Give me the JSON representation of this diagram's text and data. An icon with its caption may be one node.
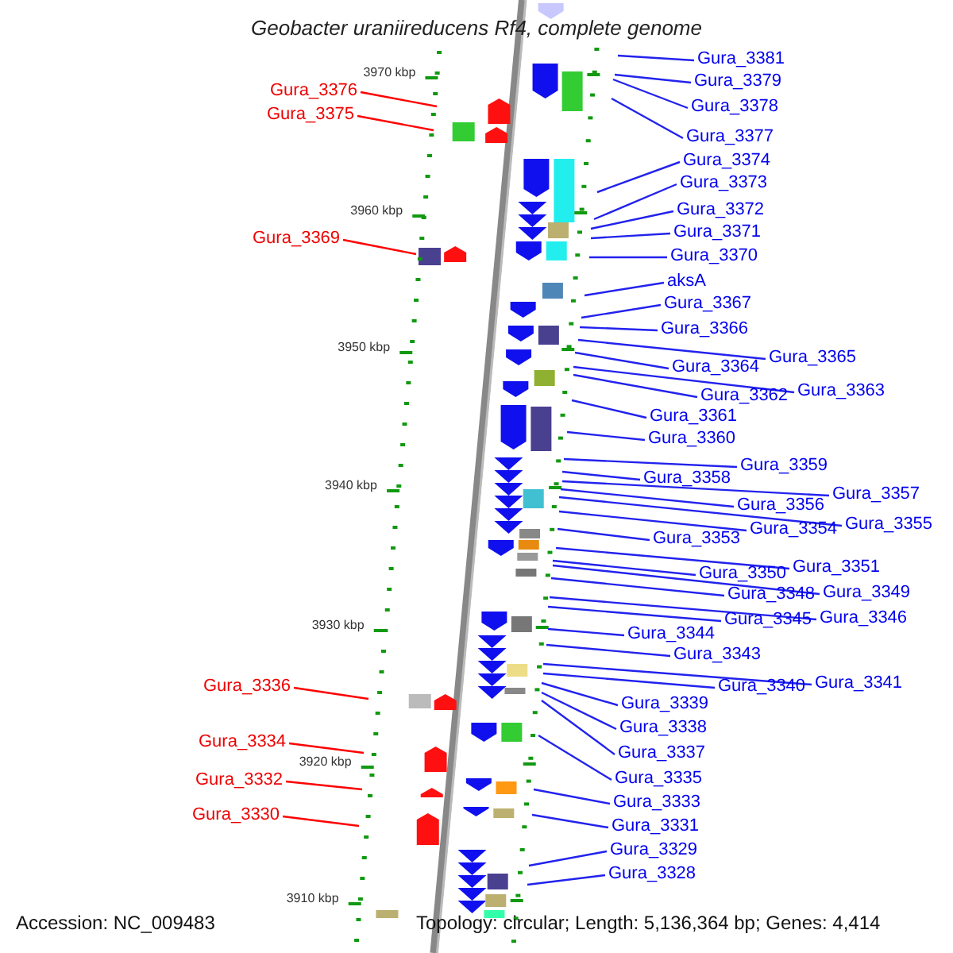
{
  "diagram": {
    "title": "Geobacter uraniireducens Rf4, complete genome",
    "nodes": [
      {
        "text": [
          "Gura_3381"
        ]
      },
      {
        "text": [
          "Gura_3379"
        ]
      },
      {
        "text": [
          "Gura_3376"
        ]
      },
      {
        "text": [
          "Gura_3378"
        ]
      },
      {
        "text": [
          "Gura_3375"
        ]
      },
      {
        "text": [
          "Gura_3377"
        ]
      },
      {
        "text": [
          "Gura_3374"
        ]
      },
      {
        "text": [
          "Gura_3373"
        ]
      },
      {
        "text": [
          "Gura_3372"
        ]
      },
      {
        "text": [
          "Gura_3371"
        ]
      },
      {
        "text": [
          "Gura_3369"
        ]
      },
      {
        "text": [
          "Gura_3370"
        ]
      },
      {
        "text": [
          "aksA"
        ]
      },
      {
        "text": [
          "Gura_3367"
        ]
      },
      {
        "text": [
          "Gura_3366"
        ]
      },
      {
        "text": [
          "Gura_3365"
        ]
      },
      {
        "text": [
          "Gura_3364"
        ]
      },
      {
        "text": [
          "Gura_3363"
        ]
      },
      {
        "text": [
          "Gura_3362"
        ]
      },
      {
        "text": [
          "Gura_3361"
        ]
      },
      {
        "text": [
          "Gura_3360"
        ]
      },
      {
        "text": [
          "Gura_3359"
        ]
      },
      {
        "text": [
          "Gura_3358"
        ]
      },
      {
        "text": [
          "Gura_3356"
        ]
      },
      {
        "text": [
          "Gura_3357"
        ]
      },
      {
        "text": [
          "Gura_3355"
        ]
      },
      {
        "text": [
          "Gura_3354"
        ]
      },
      {
        "text": [
          "Gura_3353"
        ]
      },
      {
        "text": [
          "Gura_3351"
        ]
      },
      {
        "text": [
          "Gura_3350"
        ]
      },
      {
        "text": [
          "Gura_3349"
        ]
      },
      {
        "text": [
          "Gura_3348"
        ]
      },
      {
        "text": [
          "Gura_3346"
        ]
      },
      {
        "text": [
          "Gura_3345"
        ]
      },
      {
        "text": [
          "Gura_3344"
        ]
      },
      {
        "text": [
          "Gura_3343"
        ]
      },
      {
        "text": [
          "Gura_3341"
        ]
      },
      {
        "text": [
          "Gura_3340"
        ]
      },
      {
        "text": [
          "Gura_3336"
        ]
      },
      {
        "text": [
          "Gura_3339"
        ]
      },
      {
        "text": [
          "Gura_3338"
        ]
      },
      {
        "text": [
          "Gura_3334"
        ]
      },
      {
        "text": [
          "Gura_3337"
        ]
      },
      {
        "text": [
          "Gura_3335"
        ]
      },
      {
        "text": [
          "Gura_3332"
        ]
      },
      {
        "text": [
          "Gura_3333"
        ]
      },
      {
        "text": [
          "Gura_3330"
        ]
      },
      {
        "text": [
          "Gura_3331"
        ]
      },
      {
        "text": [
          "Gura_3329"
        ]
      },
      {
        "text": [
          "Gura_3328"
        ]
      }
    ],
    "edges": [
      {
        "from": 0,
        "to": null,
        "arrow": "none"
      },
      {
        "from": 1,
        "to": null,
        "arrow": "none"
      },
      {
        "from": 2,
        "to": null,
        "arrow": "none",
        "color": "#ff0000"
      },
      {
        "from": 3,
        "to": null,
        "arrow": "none"
      },
      {
        "from": 4,
        "to": null,
        "arrow": "none",
        "color": "#ff0000"
      },
      {
        "from": 5,
        "to": null,
        "arrow": "none"
      },
      {
        "from": 6,
        "to": null,
        "arrow": "none"
      },
      {
        "from": 7,
        "to": null,
        "arrow": "none"
      },
      {
        "from": 8,
        "to": null,
        "arrow": "none"
      },
      {
        "from": 9,
        "to": null,
        "arrow": "none"
      },
      {
        "from": 10,
        "to": null,
        "arrow": "none",
        "color": "#ff0000"
      },
      {
        "from": 11,
        "to": null,
        "arrow": "none"
      },
      {
        "from": 12,
        "to": null,
        "arrow": "none"
      },
      {
        "from": 13,
        "to": null,
        "arrow": "none"
      },
      {
        "from": 14,
        "to": null,
        "arrow": "none"
      },
      {
        "from": 15,
        "to": null,
        "arrow": "none"
      },
      {
        "from": 16,
        "to": null,
        "arrow": "none"
      },
      {
        "from": 17,
        "to": null,
        "arrow": "none"
      },
      {
        "from": 18,
        "to": null,
        "arrow": "none"
      },
      {
        "from": 19,
        "to": null,
        "arrow": "none"
      },
      {
        "from": 20,
        "to": null,
        "arrow": "none"
      },
      {
        "from": 21,
        "to": null,
        "arrow": "none"
      },
      {
        "from": 22,
        "to": null,
        "arrow": "none"
      },
      {
        "from": 23,
        "to": null,
        "arrow": "none"
      },
      {
        "from": 24,
        "to": null,
        "arrow": "none"
      },
      {
        "from": 25,
        "to": null,
        "arrow": "none"
      },
      {
        "from": 26,
        "to": null,
        "arrow": "none"
      },
      {
        "from": 27,
        "to": null,
        "arrow": "none"
      },
      {
        "from": 28,
        "to": null,
        "arrow": "none"
      },
      {
        "from": 29,
        "to": null,
        "arrow": "none"
      },
      {
        "from": 30,
        "to": null,
        "arrow": "none"
      },
      {
        "from": 31,
        "to": null,
        "arrow": "none"
      },
      {
        "from": 32,
        "to": null,
        "arrow": "none"
      },
      {
        "from": 33,
        "to": null,
        "arrow": "none"
      },
      {
        "from": 34,
        "to": null,
        "arrow": "none"
      },
      {
        "from": 35,
        "to": null,
        "arrow": "none"
      },
      {
        "from": 36,
        "to": null,
        "arrow": "none"
      },
      {
        "from": 37,
        "to": null,
        "arrow": "none"
      },
      {
        "from": 38,
        "to": null,
        "arrow": "none",
        "color": "#ff0000"
      },
      {
        "from": 39,
        "to": null,
        "arrow": "none"
      },
      {
        "from": 40,
        "to": null,
        "arrow": "none"
      },
      {
        "from": 41,
        "to": null,
        "arrow": "none",
        "color": "#ff0000"
      },
      {
        "from": 42,
        "to": null,
        "arrow": "none"
      },
      {
        "from": 43,
        "to": null,
        "arrow": "none"
      },
      {
        "from": 44,
        "to": null,
        "arrow": "none",
        "color": "#ff0000"
      },
      {
        "from": 45,
        "to": null,
        "arrow": "none"
      },
      {
        "from": 46,
        "to": null,
        "arrow": "none",
        "color": "#ff0000"
      },
      {
        "from": 47,
        "to": null,
        "arrow": "none"
      },
      {
        "from": 48,
        "to": null,
        "arrow": "none"
      },
      {
        "from": 49,
        "to": null,
        "arrow": "none"
      }
    ],
    "labels": [
      "3970 kbp",
      "3960 kbp",
      "3950 kbp",
      "3940 kbp",
      "3930 kbp",
      "3920 kbp",
      "3910 kbp",
      "Accession: NC_009483",
      "Topology: circular; Length: 5,136,364 bp; Genes: 4,414"
    ]
  }
}
